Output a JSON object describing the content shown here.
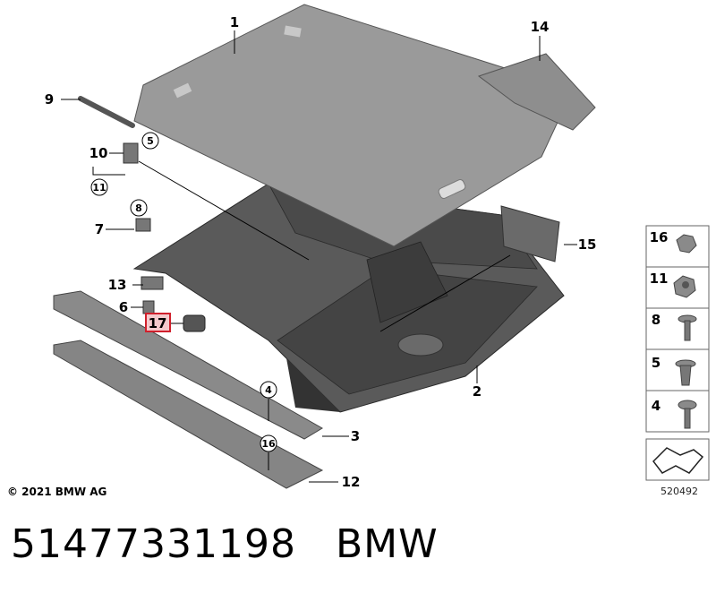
{
  "callouts": {
    "c1": "1",
    "c2": "2",
    "c3": "3",
    "c4": "4",
    "c5": "5",
    "c6": "6",
    "c7": "7",
    "c8": "8",
    "c9": "9",
    "c10": "10",
    "c11": "11",
    "c12": "12",
    "c13": "13",
    "c14": "14",
    "c15": "15",
    "c16": "16",
    "c17": "17"
  },
  "side_panel": [
    "16",
    "11",
    "8",
    "5",
    "4"
  ],
  "copyright": "© 2021 BMW AG",
  "reference": "520492",
  "part_number": "51477331198",
  "brand": "BMW",
  "colors": {
    "panel_gray": "#9a9a9a",
    "dark_gray": "#4a4a4a",
    "highlight": "#d0202c"
  }
}
